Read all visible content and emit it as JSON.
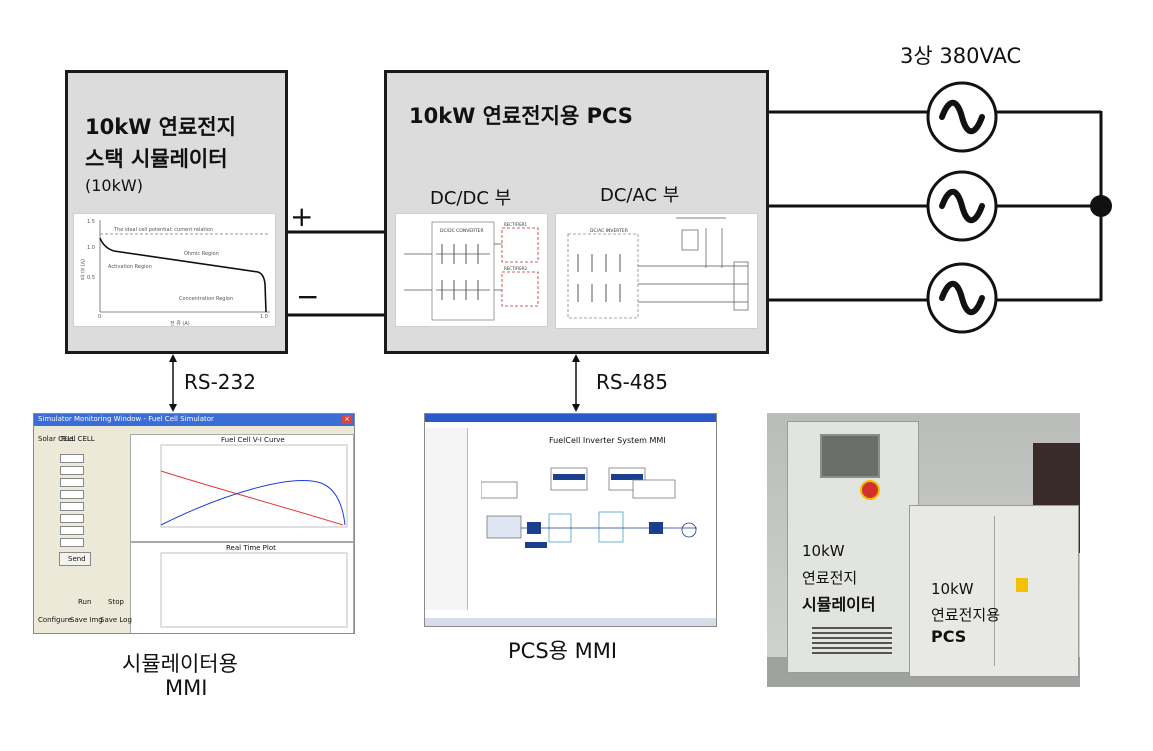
{
  "grid": {
    "label": "3상 380VAC"
  },
  "simulator": {
    "title_line1": "10kW 연료전지",
    "title_line2": "스택 시뮬레이터",
    "rating": "(10kW)",
    "curve": {
      "ideal_label": "The ideal cell potential: current relation",
      "ohmic_label": "Ohmic Region",
      "activation_label": "Activation Region",
      "concentration_label": "Concentration Region",
      "y_tick_top": "1.5",
      "y_tick_mid1": "1.0",
      "y_tick_mid2": "0.5",
      "x_tick_left": "0",
      "x_tick_right": "1.0",
      "y_label": "(V) 전 압",
      "x_label": "전 류 (A)"
    }
  },
  "pcs": {
    "title": "10kW 연료전지용 PCS",
    "dcdc_label": "DC/DC 부",
    "dcac_label": "DC/AC 부",
    "dcdc_inner": {
      "block": "DC/DC CONVERTER",
      "rect1": "RECTIFIER1",
      "rect2": "RECTIFIER2"
    },
    "dcac_inner": {
      "block": "DC/AC INVERTER"
    }
  },
  "polarity": {
    "plus": "+",
    "minus": "−"
  },
  "links": {
    "rs232": "RS-232",
    "rs485": "RS-485"
  },
  "sim_mmi": {
    "caption_line1": "시뮬레이터용",
    "caption_line2": "MMI",
    "window_title": "Simulator Monitoring Window - Fuel Cell Simulator",
    "tab1": "Solar CELL",
    "tab2": "Fuel CELL",
    "chart1_title": "Fuel Cell V-I Curve",
    "chart2_title": "Real Time Plot",
    "buttons": {
      "send": "Send",
      "run": "Run",
      "stop": "Stop",
      "configure": "Configure",
      "save_img": "Save Img",
      "save_log": "Save Log"
    }
  },
  "pcs_mmi": {
    "caption": "PCS용 MMI",
    "title": "FuelCell Inverter System MMI"
  },
  "photo": {
    "sim_line1": "10kW",
    "sim_line2": "연료전지",
    "sim_line3": "시뮬레이터",
    "pcs_line1": "10kW",
    "pcs_line2": "연료전지용",
    "pcs_line3": "PCS"
  }
}
